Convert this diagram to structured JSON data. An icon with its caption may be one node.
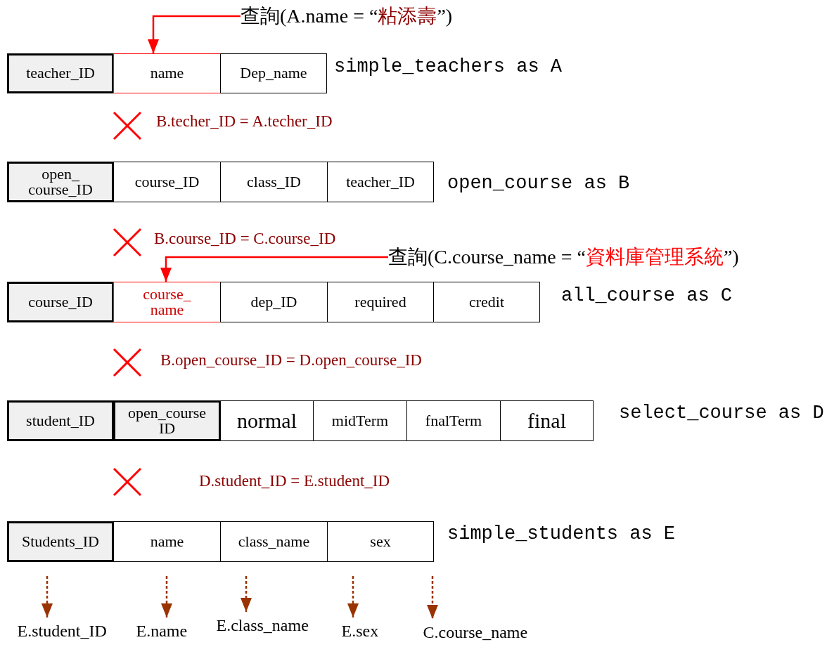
{
  "diagram": {
    "nodes": [
      {
        "text": [
          "查詢(A.name = “",
          "粘添壽",
          "”)"
        ]
      },
      {
        "text": [
          "teacher_ID"
        ]
      },
      {
        "text": [
          "name"
        ]
      },
      {
        "text": [
          "Dep_name"
        ]
      },
      {
        "text": [
          "open_ course_ID"
        ]
      },
      {
        "text": [
          "course_ID"
        ]
      },
      {
        "text": [
          "class_ID"
        ]
      },
      {
        "text": [
          "teacher_ID"
        ]
      },
      {
        "text": [
          "查詢(C.course_name = “",
          "資料庫管理系統",
          "”)"
        ]
      },
      {
        "text": [
          "course_ID"
        ]
      },
      {
        "text": [
          "course_ name"
        ]
      },
      {
        "text": [
          "dep_ID"
        ]
      },
      {
        "text": [
          "required"
        ]
      },
      {
        "text": [
          "credit"
        ]
      },
      {
        "text": [
          "student_ID"
        ]
      },
      {
        "text": [
          "open_course ID"
        ]
      },
      {
        "text": [
          "normal"
        ]
      },
      {
        "text": [
          "midTerm"
        ]
      },
      {
        "text": [
          "fnalTerm"
        ]
      },
      {
        "text": [
          "final"
        ]
      },
      {
        "text": [
          "Students_ID"
        ]
      },
      {
        "text": [
          "name"
        ]
      },
      {
        "text": [
          "class_name"
        ]
      },
      {
        "text": [
          "sex"
        ]
      },
      {
        "text": [
          "E.student_ID"
        ]
      },
      {
        "text": [
          "E.name"
        ]
      },
      {
        "text": [
          "E.class_name"
        ]
      },
      {
        "text": [
          "E.sex"
        ]
      },
      {
        "text": [
          "C.course_name"
        ]
      }
    ],
    "edges": [
      {
        "from": 0,
        "to": 2,
        "arrow": "to",
        "color": "#ff0000"
      },
      {
        "from": 8,
        "to": 10,
        "arrow": "to",
        "color": "#ff0000"
      },
      {
        "from": null,
        "to": 24,
        "arrow": "to",
        "style": "dashed",
        "color": "#993300"
      },
      {
        "from": null,
        "to": 25,
        "arrow": "to",
        "style": "dashed",
        "color": "#993300"
      },
      {
        "from": null,
        "to": 26,
        "arrow": "to",
        "style": "dashed",
        "color": "#993300"
      },
      {
        "from": null,
        "to": 27,
        "arrow": "to",
        "style": "dashed",
        "color": "#993300"
      },
      {
        "from": null,
        "to": 28,
        "arrow": "to",
        "style": "dashed",
        "color": "#993300"
      }
    ],
    "labels": [
      "simple_teachers as A",
      "B.techer_ID = A.techer_ID",
      "open_course as B",
      "B.course_ID = C.course_ID",
      "all_course as C",
      "B.open_course_ID = D.open_course_ID",
      "select_course as D",
      "D.student_ID = E.student_ID",
      "simple_students as E"
    ]
  }
}
